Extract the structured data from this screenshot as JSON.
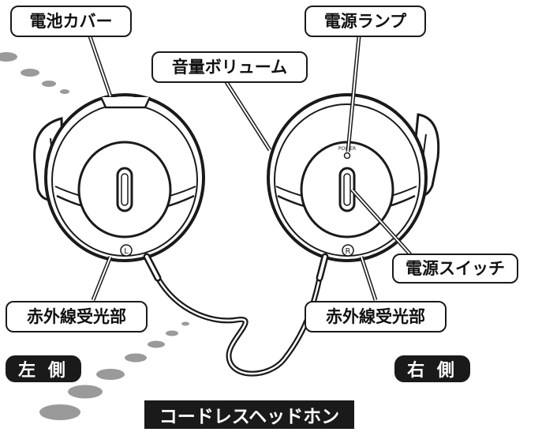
{
  "labels": {
    "battery_cover": "電池カバー",
    "power_lamp": "電源ランプ",
    "volume": "音量ボリューム",
    "power_switch": "電源スイッチ",
    "ir_receiver_left": "赤外線受光部",
    "ir_receiver_right": "赤外線受光部",
    "left_side": "左 側",
    "right_side": "右 側",
    "caption": "コードレスヘッドホン",
    "power_marking": "POWER",
    "left_mark": "L",
    "right_mark": "R"
  },
  "colors": {
    "ink": "#1a1a1a",
    "paper": "#ffffff",
    "dot_gray": "#9a9a9a"
  }
}
